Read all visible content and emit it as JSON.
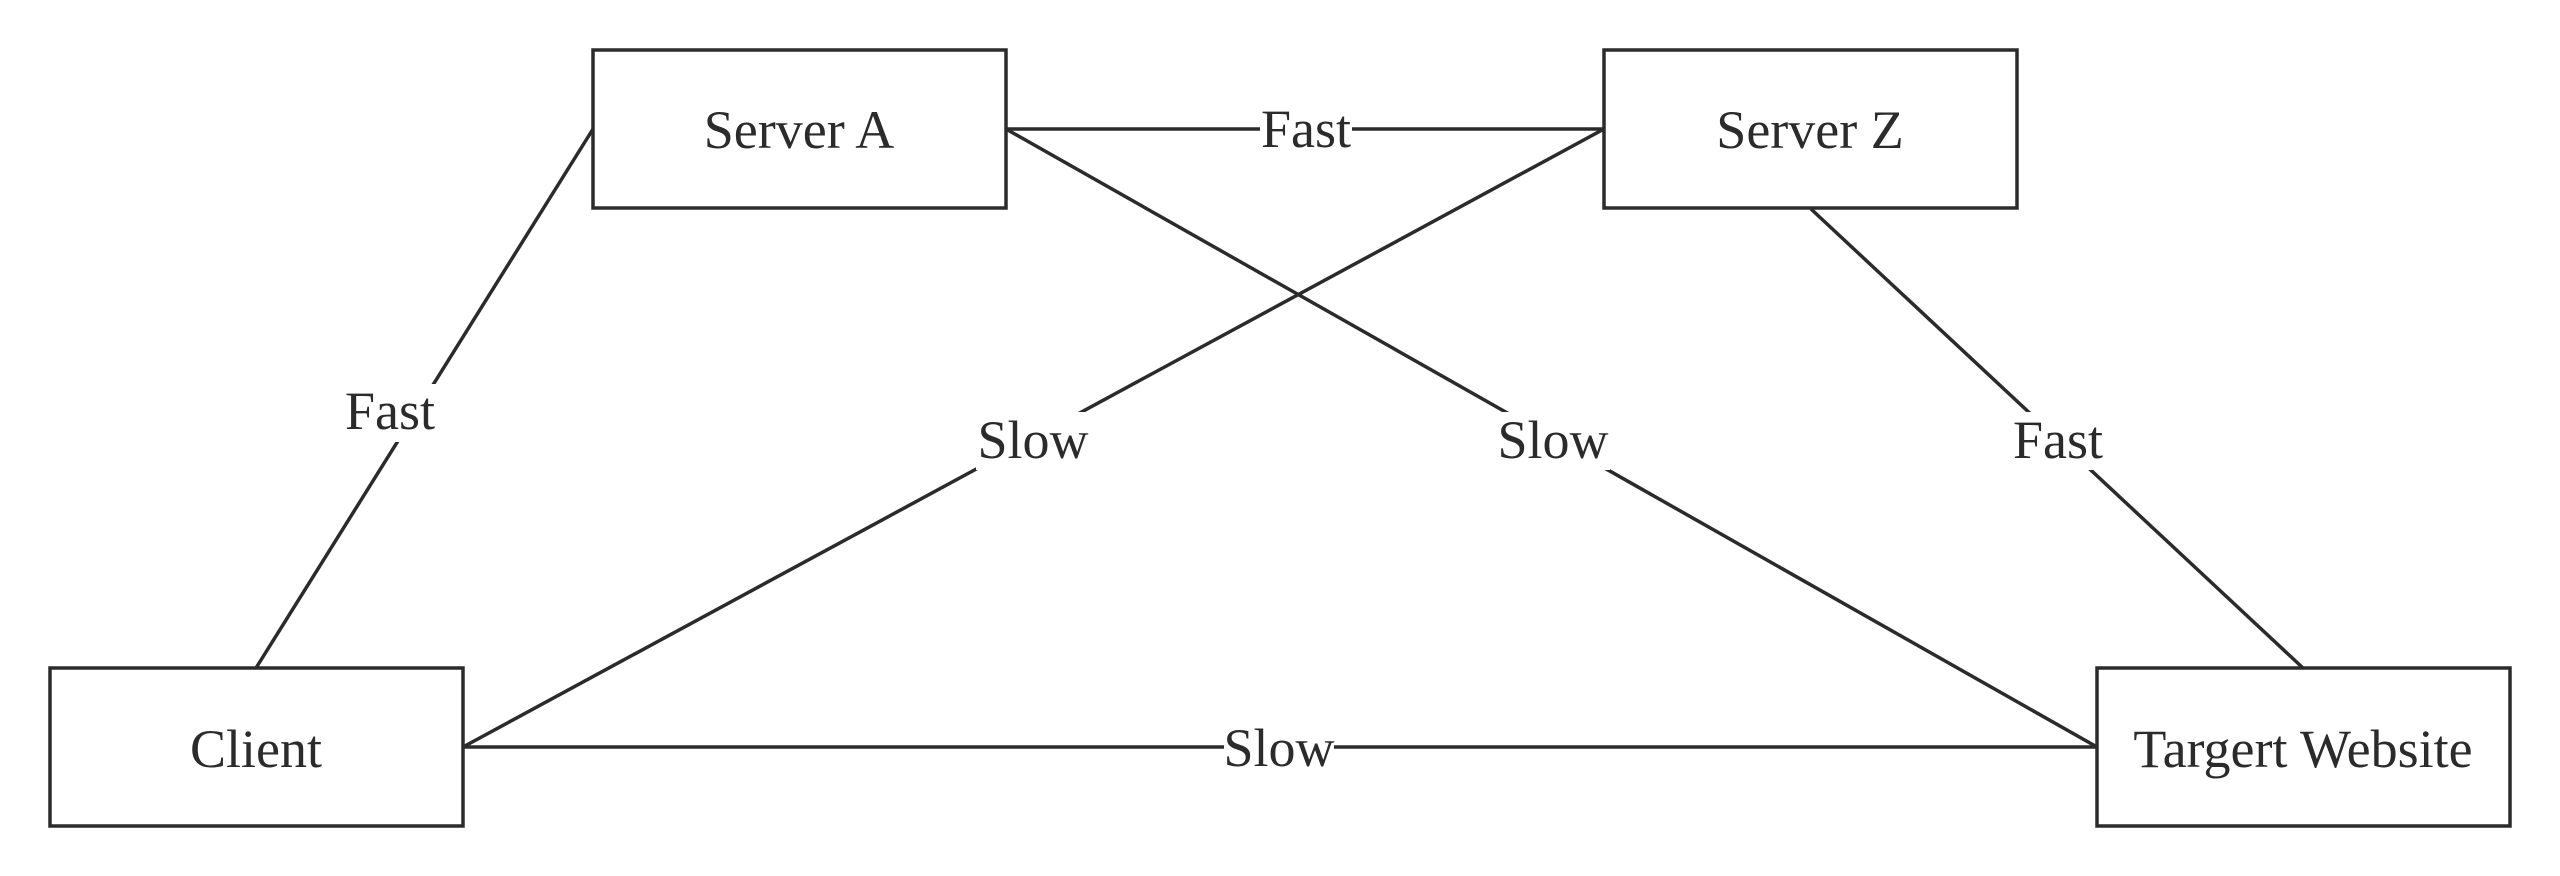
{
  "colors": {
    "stroke": "#2b2b2b",
    "background": "#ffffff",
    "text": "#2b2b2b"
  },
  "nodes": [
    {
      "id": "server-a",
      "label": "Server A"
    },
    {
      "id": "server-z",
      "label": "Server Z"
    },
    {
      "id": "client",
      "label": "Client"
    },
    {
      "id": "target",
      "label": "Targert Website"
    }
  ],
  "edges": [
    {
      "id": "a-z",
      "from": "server-a",
      "to": "server-z",
      "label": "Fast"
    },
    {
      "id": "client-a",
      "from": "client",
      "to": "server-a",
      "label": "Fast"
    },
    {
      "id": "z-target",
      "from": "server-z",
      "to": "target",
      "label": "Fast"
    },
    {
      "id": "client-z",
      "from": "client",
      "to": "server-z",
      "label": "Slow"
    },
    {
      "id": "a-target",
      "from": "server-a",
      "to": "target",
      "label": "Slow"
    },
    {
      "id": "client-target",
      "from": "client",
      "to": "target",
      "label": "Slow"
    }
  ]
}
